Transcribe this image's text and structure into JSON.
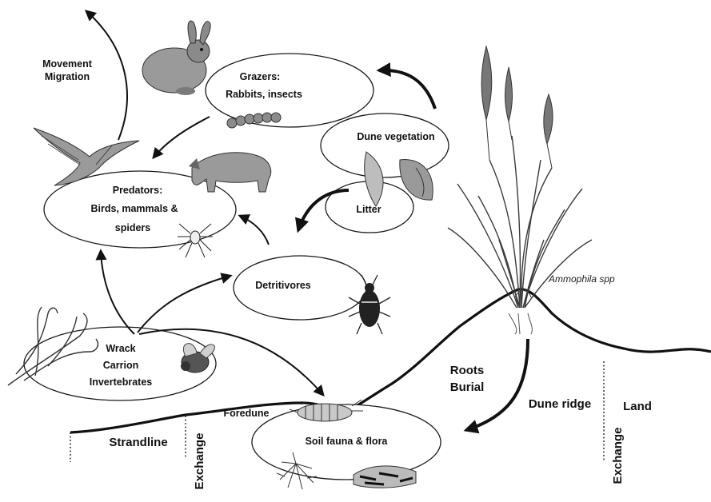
{
  "colors": {
    "ink": "#111111",
    "shade": "#8a8a8a",
    "light": "#c9c9c9",
    "background": "#ffffff"
  },
  "nodes": {
    "grazers": {
      "line1": "Grazers:",
      "line2": "Rabbits, insects"
    },
    "dune_vegetation": {
      "label": "Dune vegetation"
    },
    "litter": {
      "label": "Litter"
    },
    "predators": {
      "line1": "Predators:",
      "line2": "Birds, mammals &",
      "line3": "spiders"
    },
    "detritivores": {
      "label": "Detritivores"
    },
    "wrack": {
      "line1": "Wrack",
      "line2": "Carrion",
      "line3": "Invertebrates"
    },
    "soil": {
      "label": "Soil fauna & flora"
    }
  },
  "annotations": {
    "movement": "Movement",
    "migration": "Migration",
    "roots": "Roots",
    "burial": "Burial",
    "species": "Ammophila spp"
  },
  "zones": {
    "strandline": "Strandline",
    "foredune": "Foredune",
    "dune_ridge": "Dune ridge",
    "land": "Land",
    "exchange_left": "Exchange",
    "exchange_right": "Exchange"
  },
  "icons": [
    "rabbit-icon",
    "caterpillar-icon",
    "hawk-icon",
    "fox-icon",
    "spider-icon",
    "beetle-icon",
    "fly-icon",
    "seaweed-icon",
    "leaf-litter-icon",
    "marram-grass-icon",
    "larva-icon",
    "fungi-icon",
    "soil-core-icon"
  ]
}
